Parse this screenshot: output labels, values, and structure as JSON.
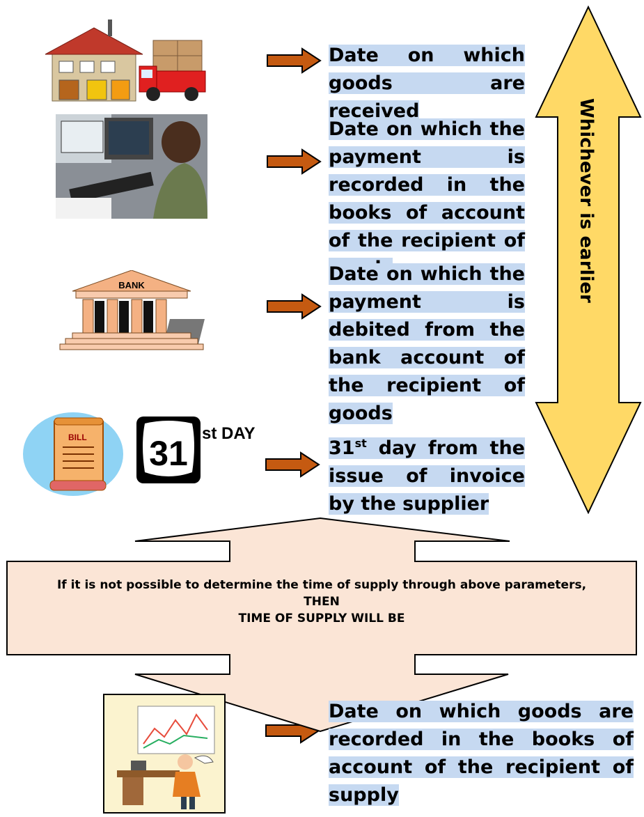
{
  "rows": [
    {
      "text": "Date on which goods are received",
      "picture": "house-and-delivery-truck"
    },
    {
      "text": "Date on which the payment is recorded in the books of account of the recipient of goods",
      "picture": "person-at-computer"
    },
    {
      "text": "Date on which the payment is debited from the bank account of the recipient of goods",
      "picture": "bank-building",
      "bank_label": "BANK"
    },
    {
      "text_main": "31",
      "text_sup": "st",
      "text_rest": " day from the issue of invoice by the supplier",
      "picture": "bill-and-31-day",
      "bill_label": "BILL",
      "sign_number": "31",
      "sign_suffix": "st DAY"
    }
  ],
  "side_label": "Whichever is earlier",
  "banner": {
    "line1": "If it is not possible to determine the time of supply through above parameters,",
    "line2": "THEN",
    "line3": "TIME OF SUPPLY WILL BE"
  },
  "final": {
    "text": "Date on which goods are recorded in the books of account of the recipient of supply",
    "picture": "office-worker-chart"
  },
  "colors": {
    "highlight": "#c6d9f1",
    "arrow_fill": "#c55a11",
    "double_arrow_fill": "#ffd966",
    "banner_fill": "#fbe5d6"
  }
}
